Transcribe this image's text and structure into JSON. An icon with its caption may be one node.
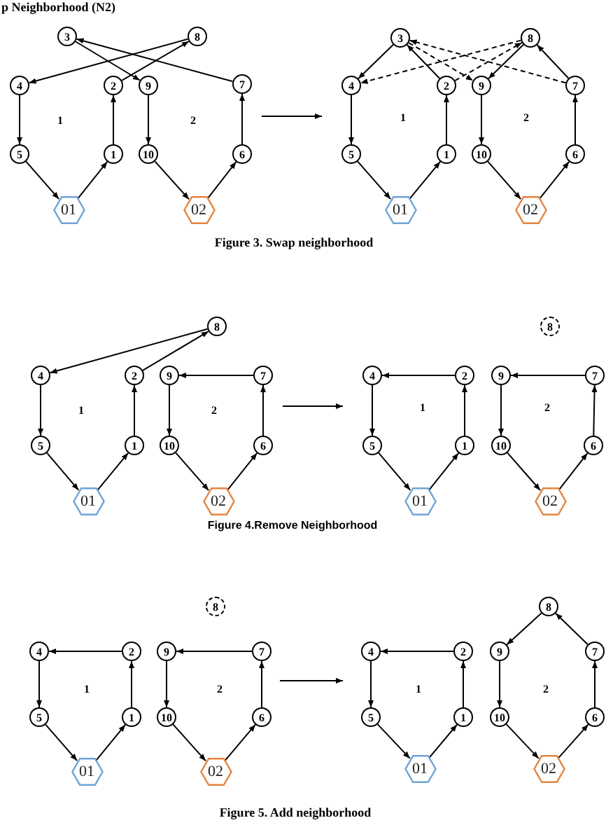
{
  "diagram": {
    "nodes": [
      {
        "text": [
          "3"
        ]
      },
      {
        "text": [
          "8"
        ]
      },
      {
        "text": [
          "4"
        ]
      },
      {
        "text": [
          "2"
        ]
      },
      {
        "text": [
          "9"
        ]
      },
      {
        "text": [
          "7"
        ]
      },
      {
        "text": [
          "5"
        ]
      },
      {
        "text": [
          "1"
        ]
      },
      {
        "text": [
          "10"
        ]
      },
      {
        "text": [
          "6"
        ]
      },
      {
        "text": [
          "01"
        ]
      },
      {
        "text": [
          "02"
        ]
      },
      {
        "text": [
          "3"
        ]
      },
      {
        "text": [
          "8"
        ]
      },
      {
        "text": [
          "4"
        ]
      },
      {
        "text": [
          "2"
        ]
      },
      {
        "text": [
          "9"
        ]
      },
      {
        "text": [
          "7"
        ]
      },
      {
        "text": [
          "5"
        ]
      },
      {
        "text": [
          "1"
        ]
      },
      {
        "text": [
          "10"
        ]
      },
      {
        "text": [
          "6"
        ]
      },
      {
        "text": [
          "01"
        ]
      },
      {
        "text": [
          "02"
        ]
      },
      {
        "text": [
          "8"
        ]
      },
      {
        "text": [
          "4"
        ]
      },
      {
        "text": [
          "2"
        ]
      },
      {
        "text": [
          "9"
        ]
      },
      {
        "text": [
          "7"
        ]
      },
      {
        "text": [
          "5"
        ]
      },
      {
        "text": [
          "1"
        ]
      },
      {
        "text": [
          "10"
        ]
      },
      {
        "text": [
          "6"
        ]
      },
      {
        "text": [
          "01"
        ]
      },
      {
        "text": [
          "02"
        ]
      },
      {
        "text": [
          "8"
        ]
      },
      {
        "text": [
          "4"
        ]
      },
      {
        "text": [
          "2"
        ]
      },
      {
        "text": [
          "9"
        ]
      },
      {
        "text": [
          "7"
        ]
      },
      {
        "text": [
          "5"
        ]
      },
      {
        "text": [
          "1"
        ]
      },
      {
        "text": [
          "10"
        ]
      },
      {
        "text": [
          "6"
        ]
      },
      {
        "text": [
          "01"
        ]
      },
      {
        "text": [
          "02"
        ]
      },
      {
        "text": [
          "8"
        ]
      },
      {
        "text": [
          "4"
        ]
      },
      {
        "text": [
          "2"
        ]
      },
      {
        "text": [
          "9"
        ]
      },
      {
        "text": [
          "7"
        ]
      },
      {
        "text": [
          "5"
        ]
      },
      {
        "text": [
          "1"
        ]
      },
      {
        "text": [
          "10"
        ]
      },
      {
        "text": [
          "6"
        ]
      },
      {
        "text": [
          "01"
        ]
      },
      {
        "text": [
          "02"
        ]
      },
      {
        "text": [
          "8"
        ]
      },
      {
        "text": [
          "4"
        ]
      },
      {
        "text": [
          "2"
        ]
      },
      {
        "text": [
          "9"
        ]
      },
      {
        "text": [
          "7"
        ]
      },
      {
        "text": [
          "5"
        ]
      },
      {
        "text": [
          "1"
        ]
      },
      {
        "text": [
          "10"
        ]
      },
      {
        "text": [
          "6"
        ]
      },
      {
        "text": [
          "01"
        ]
      },
      {
        "text": [
          "02"
        ]
      }
    ],
    "edges": [
      {
        "from": 10,
        "to": 7,
        "arrow": "to"
      },
      {
        "from": 7,
        "to": 3,
        "arrow": "to"
      },
      {
        "from": 3,
        "to": 1,
        "arrow": "to"
      },
      {
        "from": 1,
        "to": 2,
        "arrow": "to"
      },
      {
        "from": 2,
        "to": 6,
        "arrow": "to"
      },
      {
        "from": 6,
        "to": 10,
        "arrow": "to"
      },
      {
        "from": 11,
        "to": 9,
        "arrow": "to"
      },
      {
        "from": 9,
        "to": 5,
        "arrow": "to"
      },
      {
        "from": 5,
        "to": 0,
        "arrow": "to"
      },
      {
        "from": 0,
        "to": 4,
        "arrow": "to"
      },
      {
        "from": 4,
        "to": 8,
        "arrow": "to"
      },
      {
        "from": 8,
        "to": 11,
        "arrow": "to"
      },
      {
        "from": 22,
        "to": 19,
        "arrow": "to"
      },
      {
        "from": 19,
        "to": 15,
        "arrow": "to"
      },
      {
        "from": 15,
        "to": 12,
        "arrow": "to"
      },
      {
        "from": 12,
        "to": 14,
        "arrow": "to"
      },
      {
        "from": 14,
        "to": 18,
        "arrow": "to"
      },
      {
        "from": 18,
        "to": 22,
        "arrow": "to"
      },
      {
        "from": 23,
        "to": 21,
        "arrow": "to"
      },
      {
        "from": 21,
        "to": 17,
        "arrow": "to"
      },
      {
        "from": 17,
        "to": 13,
        "arrow": "to"
      },
      {
        "from": 13,
        "to": 16,
        "arrow": "to"
      },
      {
        "from": 16,
        "to": 20,
        "arrow": "to"
      },
      {
        "from": 20,
        "to": 23,
        "arrow": "to"
      },
      {
        "from": 15,
        "to": 13,
        "arrow": "to",
        "style": "dashed"
      },
      {
        "from": 13,
        "to": 14,
        "arrow": "to",
        "style": "dashed"
      },
      {
        "from": 17,
        "to": 12,
        "arrow": "to",
        "style": "dashed"
      },
      {
        "from": 12,
        "to": 16,
        "arrow": "to",
        "style": "dashed"
      },
      {
        "from": 33,
        "to": 30,
        "arrow": "to"
      },
      {
        "from": 30,
        "to": 26,
        "arrow": "to"
      },
      {
        "from": 26,
        "to": 24,
        "arrow": "to"
      },
      {
        "from": 24,
        "to": 25,
        "arrow": "to"
      },
      {
        "from": 25,
        "to": 29,
        "arrow": "to"
      },
      {
        "from": 29,
        "to": 33,
        "arrow": "to"
      },
      {
        "from": 34,
        "to": 32,
        "arrow": "to"
      },
      {
        "from": 32,
        "to": 28,
        "arrow": "to"
      },
      {
        "from": 28,
        "to": 27,
        "arrow": "to"
      },
      {
        "from": 27,
        "to": 31,
        "arrow": "to"
      },
      {
        "from": 31,
        "to": 34,
        "arrow": "to"
      },
      {
        "from": 44,
        "to": 41,
        "arrow": "to"
      },
      {
        "from": 41,
        "to": 37,
        "arrow": "to"
      },
      {
        "from": 37,
        "to": 36,
        "arrow": "to"
      },
      {
        "from": 36,
        "to": 40,
        "arrow": "to"
      },
      {
        "from": 40,
        "to": 44,
        "arrow": "to"
      },
      {
        "from": 45,
        "to": 43,
        "arrow": "to"
      },
      {
        "from": 43,
        "to": 39,
        "arrow": "to"
      },
      {
        "from": 39,
        "to": 38,
        "arrow": "to"
      },
      {
        "from": 38,
        "to": 42,
        "arrow": "to"
      },
      {
        "from": 42,
        "to": 45,
        "arrow": "to"
      },
      {
        "from": 55,
        "to": 52,
        "arrow": "to"
      },
      {
        "from": 52,
        "to": 48,
        "arrow": "to"
      },
      {
        "from": 48,
        "to": 47,
        "arrow": "to"
      },
      {
        "from": 47,
        "to": 51,
        "arrow": "to"
      },
      {
        "from": 51,
        "to": 55,
        "arrow": "to"
      },
      {
        "from": 56,
        "to": 54,
        "arrow": "to"
      },
      {
        "from": 54,
        "to": 50,
        "arrow": "to"
      },
      {
        "from": 50,
        "to": 49,
        "arrow": "to"
      },
      {
        "from": 49,
        "to": 53,
        "arrow": "to"
      },
      {
        "from": 53,
        "to": 56,
        "arrow": "to"
      },
      {
        "from": 66,
        "to": 63,
        "arrow": "to"
      },
      {
        "from": 63,
        "to": 59,
        "arrow": "to"
      },
      {
        "from": 59,
        "to": 58,
        "arrow": "to"
      },
      {
        "from": 58,
        "to": 62,
        "arrow": "to"
      },
      {
        "from": 62,
        "to": 66,
        "arrow": "to"
      },
      {
        "from": 67,
        "to": 65,
        "arrow": "to"
      },
      {
        "from": 65,
        "to": 61,
        "arrow": "to"
      },
      {
        "from": 61,
        "to": 57,
        "arrow": "to"
      },
      {
        "from": 57,
        "to": 60,
        "arrow": "to"
      },
      {
        "from": 60,
        "to": 64,
        "arrow": "to"
      },
      {
        "from": 64,
        "to": 67,
        "arrow": "to"
      }
    ],
    "labels": [
      "p Neighborhood (N2)",
      "1",
      "2",
      "1",
      "2",
      "Figure 3. Swap neighborhood",
      "1",
      "2",
      "1",
      "2",
      "Figure 4.Remove Neighborhood",
      "1",
      "2",
      "1",
      "2",
      "Figure 5. Add neighborhood"
    ]
  }
}
